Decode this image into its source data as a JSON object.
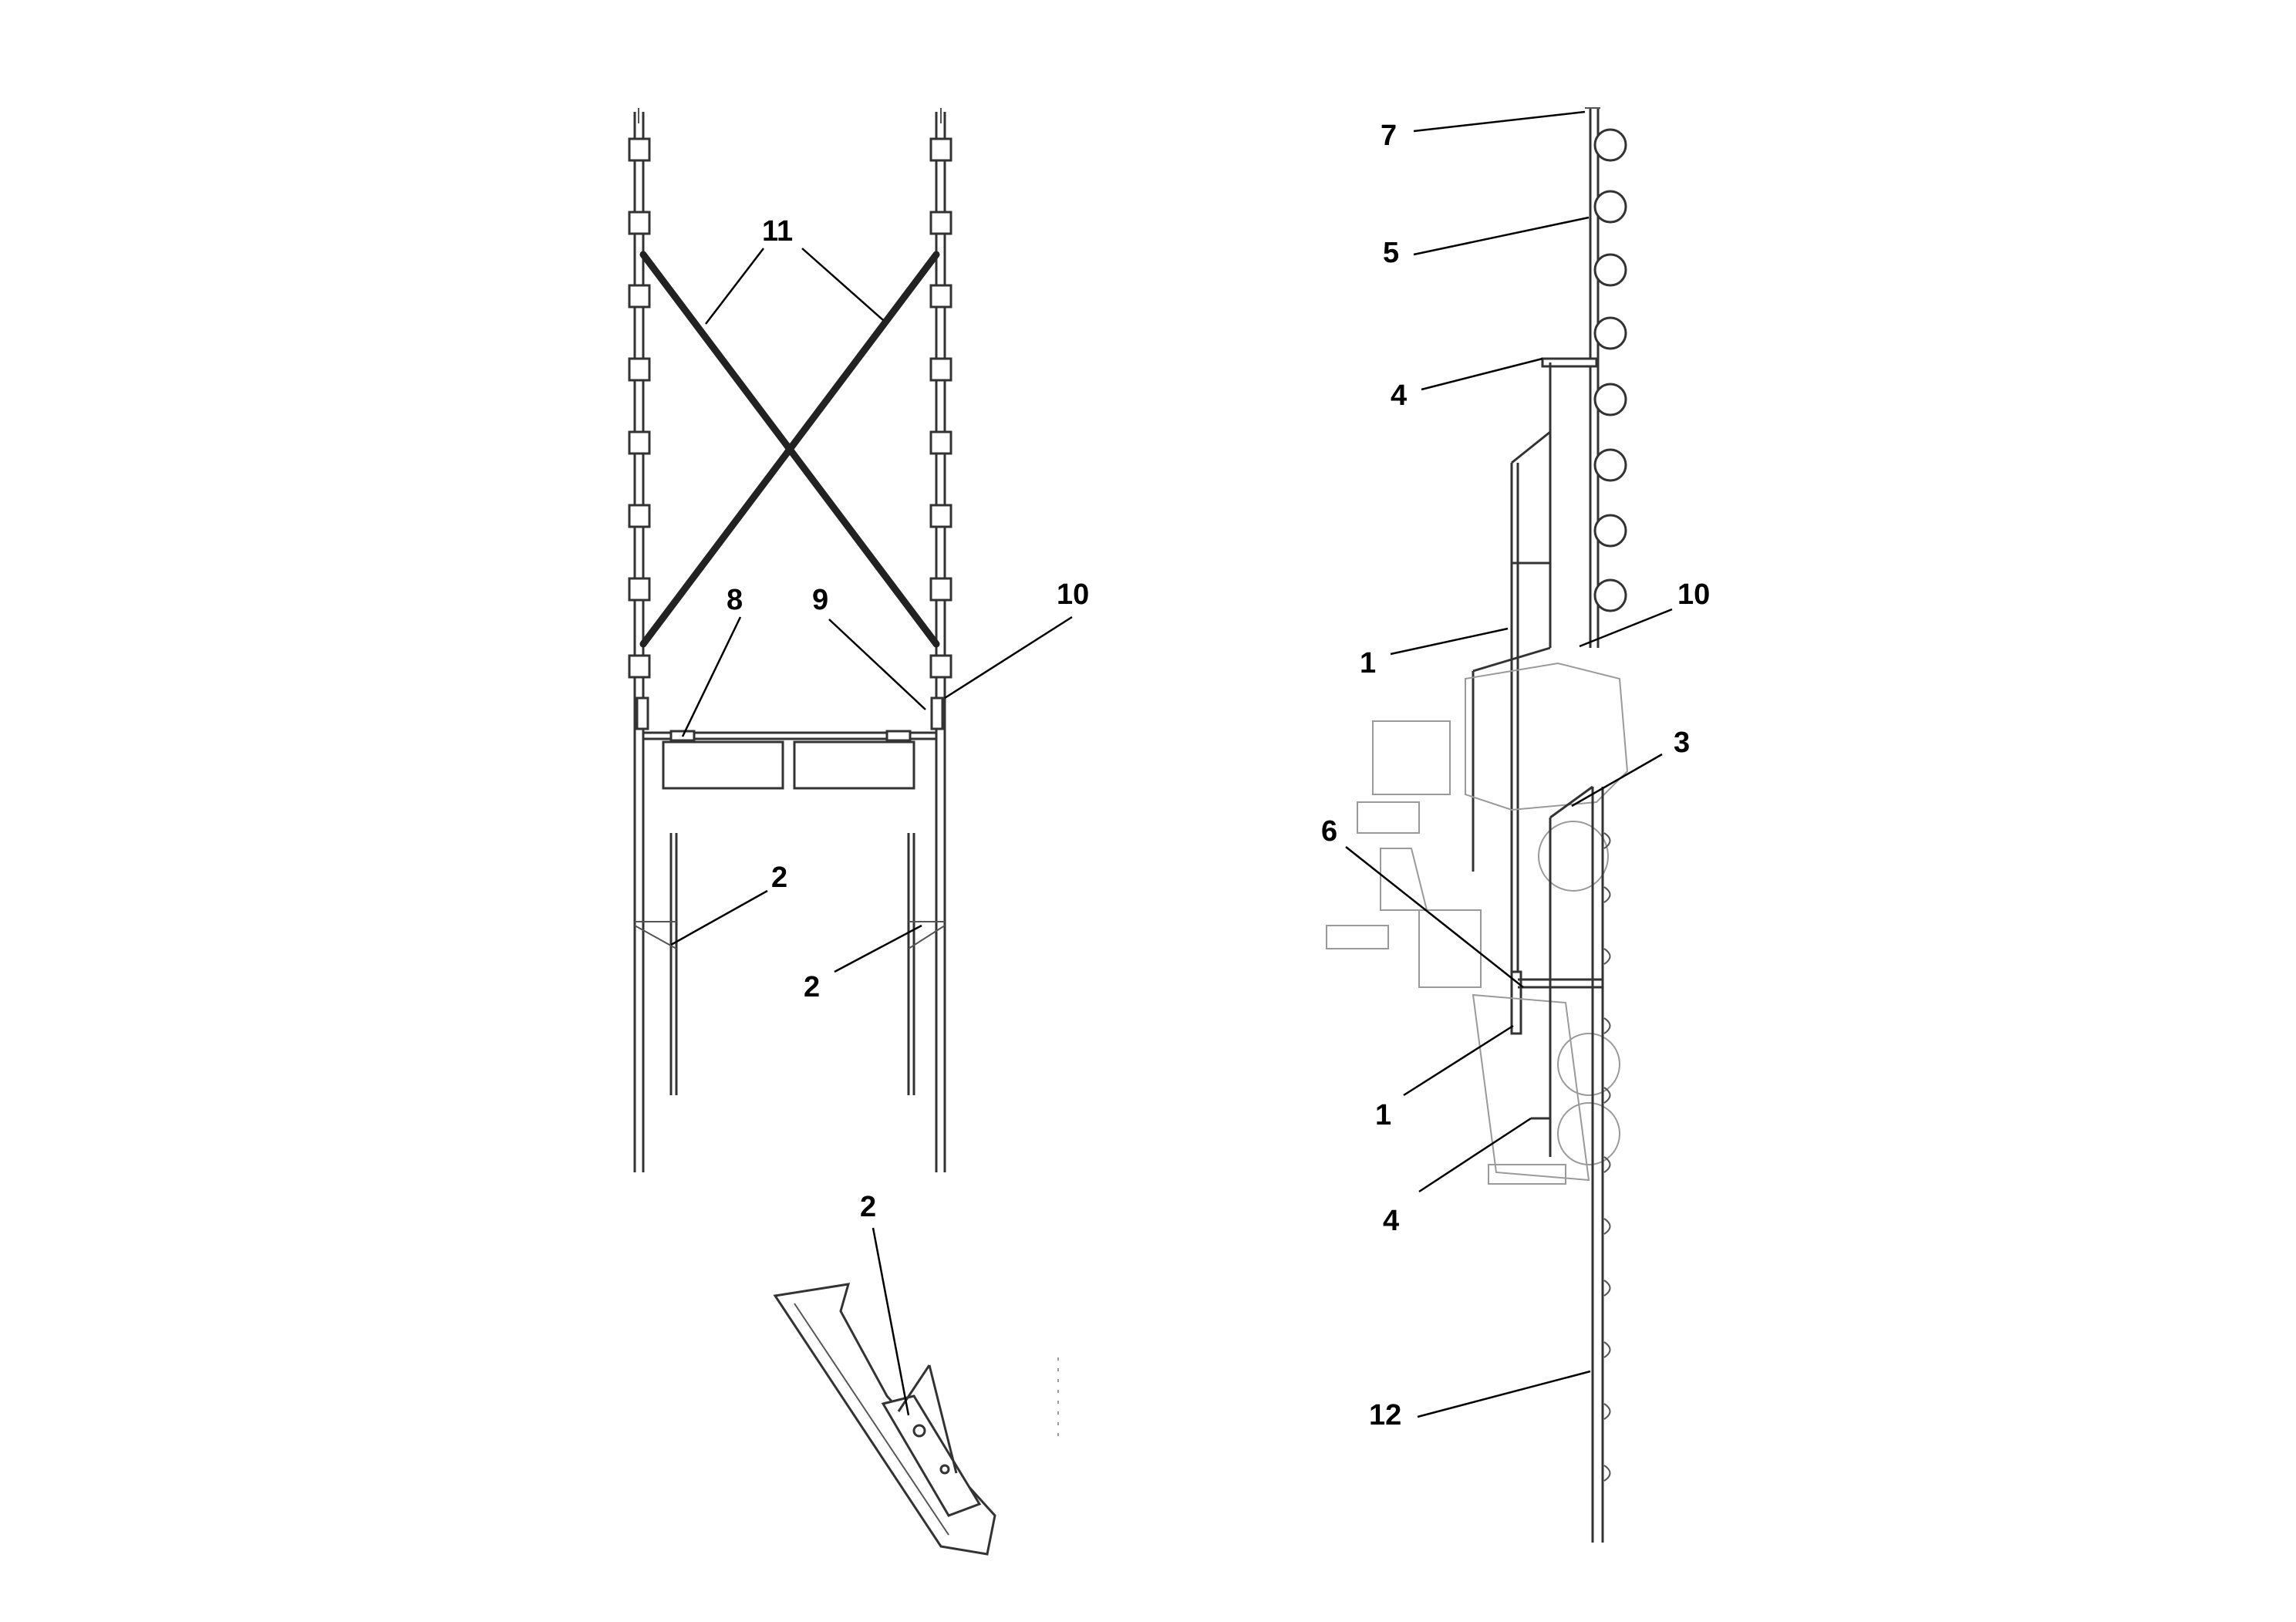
{
  "callouts": {
    "top_view": {
      "c11": "11",
      "c8": "8",
      "c9": "9",
      "c10": "10",
      "c2a": "2",
      "c2b": "2"
    },
    "detail": {
      "c2": "2"
    },
    "side_view": {
      "c7": "7",
      "c5": "5",
      "c4a": "4",
      "c10": "10",
      "c1a": "1",
      "c3": "3",
      "c6": "6",
      "c1b": "1",
      "c4b": "4",
      "c12": "12"
    }
  }
}
